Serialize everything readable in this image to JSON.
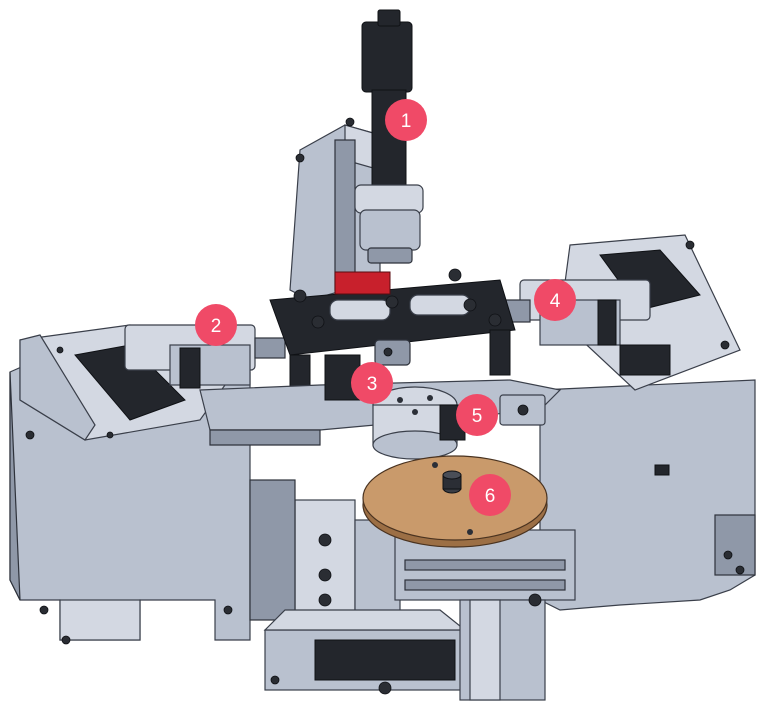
{
  "callouts": [
    {
      "label": "1",
      "target": "camera"
    },
    {
      "label": "2",
      "target": "left-slide-stage"
    },
    {
      "label": "3",
      "target": "center-lens-assembly"
    },
    {
      "label": "4",
      "target": "right-slide-stage"
    },
    {
      "label": "5",
      "target": "rotary-holder"
    },
    {
      "label": "6",
      "target": "sample-turntable"
    }
  ],
  "colors": {
    "callout": "#f04a67",
    "steel": "#b9c1cf",
    "dark_parts": "#23262c",
    "turntable": "#c99a6b",
    "red_block": "#c8202c"
  }
}
